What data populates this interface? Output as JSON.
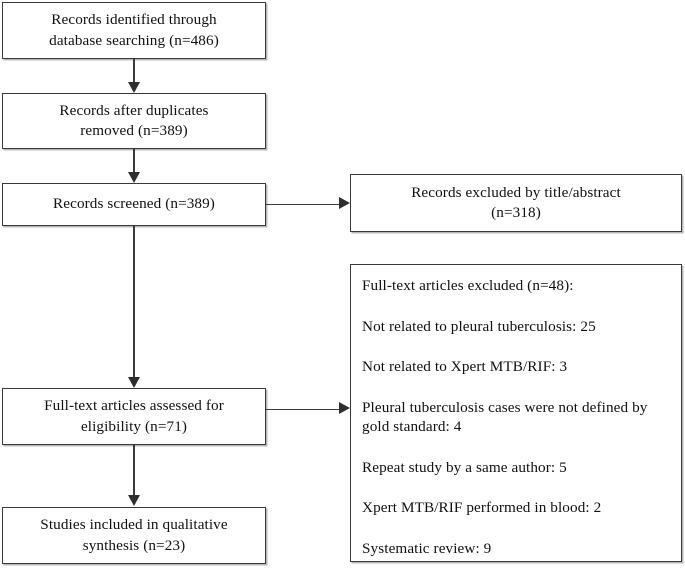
{
  "diagram": {
    "type": "prisma-flow-diagram",
    "nodes": {
      "identified": {
        "line1": "Records identified through",
        "line2": "database searching (n=486)",
        "count": 486
      },
      "duplicates": {
        "line1": "Records after duplicates",
        "line2": "removed (n=389)",
        "count": 389
      },
      "screened": {
        "line1": "Records screened (n=389)",
        "count": 389
      },
      "eligibility": {
        "line1": "Full-text articles assessed for",
        "line2": "eligibility (n=71)",
        "count": 71
      },
      "included": {
        "line1": "Studies included in qualitative",
        "line2": "synthesis (n=23)",
        "count": 23
      },
      "excluded_screening": {
        "line1": "Records excluded by title/abstract",
        "line2": "(n=318)",
        "count": 318
      },
      "excluded_fulltext": {
        "heading": "Full-text articles excluded (n=48):",
        "count": 48,
        "reasons": [
          {
            "label": "Not related to pleural tuberculosis: 25",
            "value": 25
          },
          {
            "label": "Not related to Xpert MTB/RIF: 3",
            "value": 3
          },
          {
            "label": "Pleural tuberculosis cases were not defined by gold standard: 4",
            "value": 4
          },
          {
            "label": "Repeat study by a same author: 5",
            "value": 5
          },
          {
            "label": "Xpert MTB/RIF performed in blood: 2",
            "value": 2
          },
          {
            "label": "Systematic review: 9",
            "value": 9
          }
        ]
      }
    },
    "colors": {
      "border": "#3a3a3a",
      "text": "#101010",
      "background": "#ffffff",
      "arrow": "#2e2e2e",
      "shadow": "#b8b8b8"
    }
  }
}
